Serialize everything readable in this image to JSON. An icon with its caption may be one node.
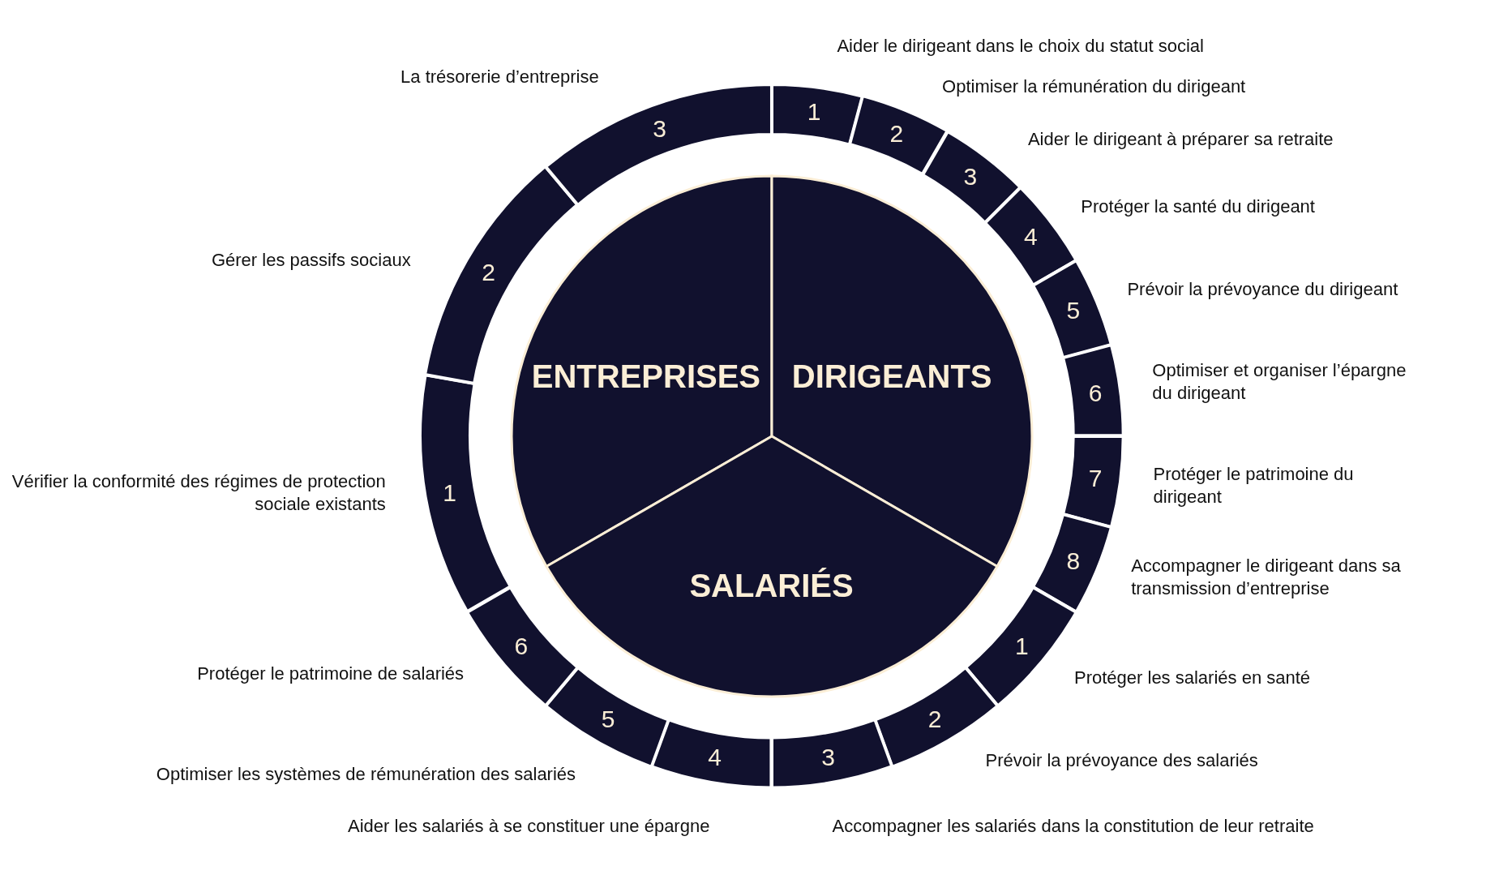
{
  "diagram": {
    "nodes": [
      {
        "text": [
          "ENTREPRISES"
        ]
      },
      {
        "text": [
          "DIRIGEANTS"
        ]
      },
      {
        "text": [
          "SALARIÉS"
        ]
      },
      {
        "text": [
          "1"
        ],
        "beside": [
          "Aider le dirigeant dans le choix du statut social"
        ]
      },
      {
        "text": [
          "2"
        ],
        "beside": [
          "Optimiser la rémunération du dirigeant"
        ]
      },
      {
        "text": [
          "3"
        ],
        "beside": [
          "Aider le dirigeant à préparer sa retraite"
        ]
      },
      {
        "text": [
          "4"
        ],
        "beside": [
          "Protéger la santé du dirigeant"
        ]
      },
      {
        "text": [
          "5"
        ],
        "beside": [
          "Prévoir la prévoyance du dirigeant"
        ]
      },
      {
        "text": [
          "6"
        ],
        "beside": [
          "Optimiser et organiser l’épargne du dirigeant"
        ]
      },
      {
        "text": [
          "7"
        ],
        "beside": [
          "Protéger le patrimoine du dirigeant"
        ]
      },
      {
        "text": [
          "8"
        ],
        "beside": [
          "Accompagner le dirigeant dans sa transmission d’entreprise"
        ]
      },
      {
        "text": [
          "1"
        ],
        "beside": [
          "Protéger les salariés en santé"
        ]
      },
      {
        "text": [
          "2"
        ],
        "beside": [
          "Prévoir la prévoyance des salariés"
        ]
      },
      {
        "text": [
          "3"
        ],
        "beside": [
          "Accompagner les salariés dans la constitution de leur retraite"
        ]
      },
      {
        "text": [
          "4"
        ],
        "beside": [
          "Aider les salariés à se constituer une épargne"
        ]
      },
      {
        "text": [
          "5"
        ],
        "beside": [
          "Optimiser les systèmes de rémunération des salariés"
        ]
      },
      {
        "text": [
          "6"
        ],
        "beside": [
          "Protéger le patrimoine de salariés"
        ]
      },
      {
        "text": [
          "1"
        ],
        "beside": [
          "Vérifier la conformité des régimes de protection sociale existants"
        ]
      },
      {
        "text": [
          "2"
        ],
        "beside": [
          "Gérer les passifs sociaux"
        ]
      },
      {
        "text": [
          "3"
        ],
        "beside": [
          "La trésorerie d’entreprise"
        ]
      }
    ]
  }
}
